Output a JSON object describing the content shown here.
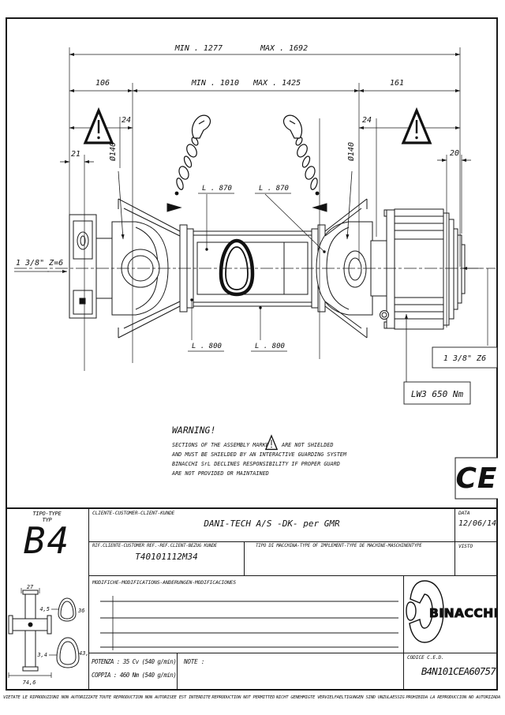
{
  "drawing": {
    "dims": {
      "overall_min": "MIN . 1277",
      "overall_max": "MAX . 1692",
      "left_offset": "106",
      "tube_min": "MIN . 1010",
      "tube_max": "MAX . 1425",
      "right_offset": "161",
      "left_guard": "24",
      "right_guard": "24",
      "left_end": "21",
      "right_end": "20",
      "left_diameter": "Ø140",
      "right_diameter": "Ø140",
      "guard_upper_left": "L . 870",
      "guard_upper_right": "L . 870",
      "guard_lower_left": "L . 800",
      "guard_lower_right": "L . 800",
      "spline_left": "1 3/8\" Z=6",
      "spline_right": "1 3/8\" Z6",
      "clutch_rating": "LW3 650 Nm"
    },
    "warning": {
      "title": "WARNING!",
      "line1a": "SECTIONS OF THE ASSEMBLY MARKED",
      "line1b": "ARE NOT SHIELDED",
      "line2": "AND MUST BE SHIELDED BY AN INTERACTIVE GUARDING SYSTEM",
      "line3": "BINACCHI SrL DECLINES RESPONSIBILITY IF PROPER GUARD",
      "line4": "ARE NOT PROVIDED OR MAINTAINED"
    },
    "ce_mark": "CE"
  },
  "titleblock": {
    "tipo_label": "TIPO-TYPE",
    "tipo_label2": "TYP",
    "tipo_value": "B4",
    "cliente_label": "CLIENTE-CUSTOMER-CLIENT-KUNDE",
    "cliente_value": "DANI-TECH A/S  -DK-  per GMR",
    "data_label": "DATA",
    "data_value": "12/06/14",
    "rif_label": "RIF.CLIENTE-CUSTOMER REF.-REF.CLIENT-BEZUG KUNDE",
    "rif_value": "T40101112M34",
    "macchina_label": "TIPO DI MACCHINA-TYPE OF IMPLEMENT-TYPE DE MACHINE-MASCHINENTYPE",
    "visto_label": "VISTO",
    "modifiche_label": "MODIFICHE-MODIFICATIONS-ANDERUNGEN-MODIFICACIONES",
    "potenza": "POTENZA : 35 Cv (540 g/min)",
    "coppia": "COPPIA : 460 Nm (540 g/min)",
    "note_label": "NOTE :",
    "brand": "BINACCHI",
    "codice_label": "CODICE C.E.D.",
    "codice_value": "B4N101CEA60757",
    "mini_dims": {
      "width": "27",
      "total": "74,6",
      "t1": "4,5",
      "d1": "36",
      "t2": "3,4",
      "d2": "43,5"
    }
  },
  "footer": {
    "it": "VIETATE LE RIPRODUZIONI NON AUTORIZZATE",
    "fr": "TOUTE REPRODUCTION NON AUTORISEE EST INTERDITE",
    "en": "REPRODUCTION NOT PERMITTED",
    "de": "NICHT GENEHMIGTE VERVIELFAELTIGUNGEN SIND UNZULAESSIG",
    "es": "PROHIBIDA LA REPRODUCCION NO AUTORIZADA"
  },
  "colors": {
    "line": "#1a1a1a",
    "bg": "#ffffff"
  }
}
